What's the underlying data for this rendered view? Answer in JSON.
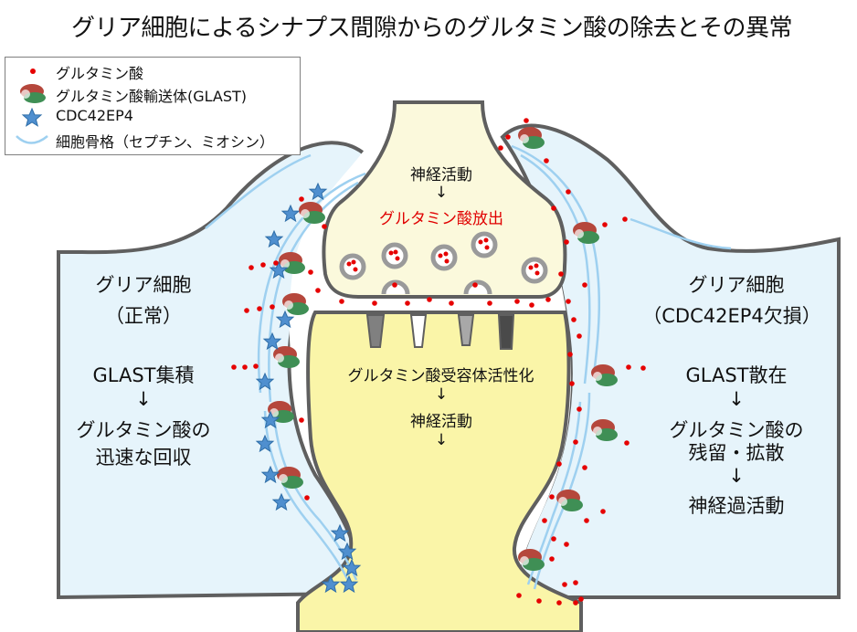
{
  "title": "グリア細胞によるシナプス間隙からのグルタミン酸の除去とその異常",
  "legend": {
    "items": [
      {
        "icon": "glutamate-dot",
        "label": "グルタミン酸"
      },
      {
        "icon": "glast-protein",
        "label": "グルタミン酸輸送体(GLAST)"
      },
      {
        "icon": "cdc42ep4-star",
        "label": "CDC42EP4"
      },
      {
        "icon": "cytoskeleton-line",
        "label": "細胞骨格（セプチン、ミオシン）"
      }
    ]
  },
  "presynaptic": {
    "line1": "神経活動",
    "arrow": "↓",
    "line2": "グルタミン酸放出"
  },
  "postsynaptic": {
    "line1": "グルタミン酸受容体活性化",
    "arrow1": "↓",
    "line2": "神経活動",
    "arrow2": "↓"
  },
  "left_glia": {
    "title1": "グリア細胞",
    "title2": "（正常）",
    "line1": "GLAST集積",
    "arrow": "↓",
    "line2": "グルタミン酸の",
    "line3": "迅速な回収"
  },
  "right_glia": {
    "title1": "グリア細胞",
    "title2": "（CDC42EP4欠損）",
    "line1": "GLAST散在",
    "arrow1": "↓",
    "line2": "グルタミン酸の",
    "line3": "残留・拡散",
    "arrow2": "↓",
    "line4": "神経過活動"
  },
  "colors": {
    "glia_fill": "#e6f4fb",
    "membrane": "#5f5f5f",
    "presynaptic_fill": "#fbf9dc",
    "postsynaptic_fill": "#faf5a8",
    "glutamate": "#e60000",
    "star": "#4f8fcf",
    "cytoskeleton": "#9ed0f0",
    "glast_red": "#b5473c",
    "glast_green": "#3f8f55"
  }
}
